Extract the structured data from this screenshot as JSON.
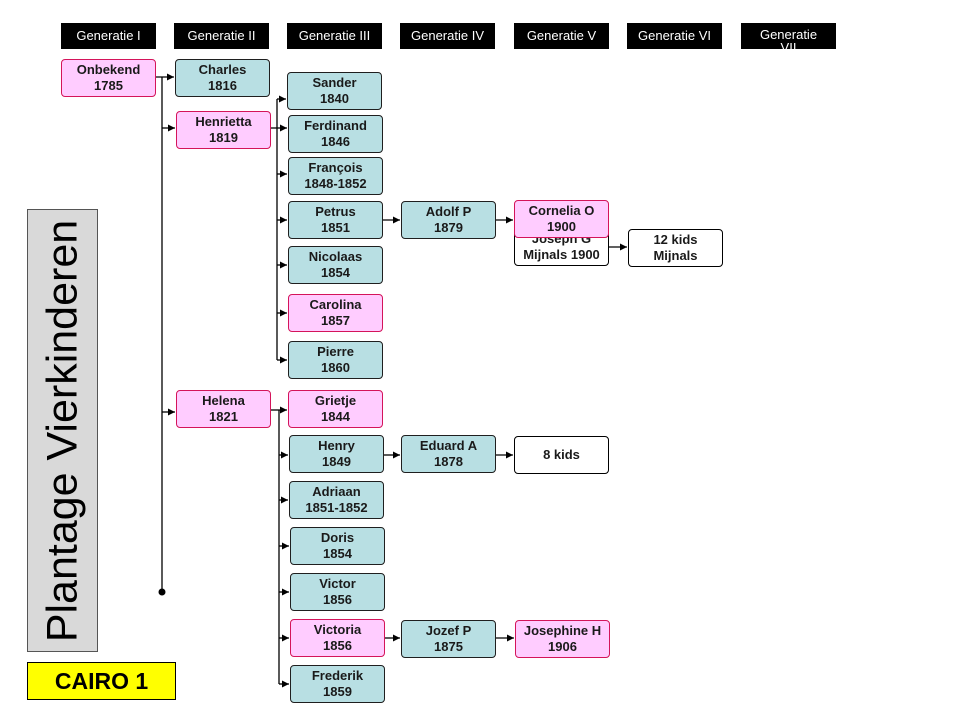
{
  "generations": [
    "Generatie I",
    "Generatie II",
    "Generatie III",
    "Generatie IV",
    "Generatie V",
    "Generatie VI",
    "Generatie VII"
  ],
  "side_label": "Plantage Vierkinderen",
  "badge_label": "CAIRO 1",
  "colors": {
    "pink_fill": "#ffccff",
    "pink_border": "#d4145a",
    "blue_fill": "#b8dfe3",
    "blue_border": "#1f1f1f",
    "white_fill": "#ffffff",
    "white_border": "#000000",
    "header_fill": "#000000",
    "header_text": "#ffffff",
    "side_fill": "#d9d9d9",
    "side_border": "#555555",
    "badge_fill": "#ffff00",
    "badge_border": "#000000",
    "line": "#000000"
  },
  "people": {
    "onbekend": {
      "name": "Onbekend",
      "detail": "1785"
    },
    "charles": {
      "name": "Charles",
      "detail": "1816"
    },
    "henrietta": {
      "name": "Henrietta",
      "detail": "1819"
    },
    "helena": {
      "name": "Helena",
      "detail": "1821"
    },
    "sander": {
      "name": "Sander",
      "detail": "1840"
    },
    "ferdinand": {
      "name": "Ferdinand",
      "detail": "1846"
    },
    "francois": {
      "name": "François",
      "detail": "1848-1852"
    },
    "petrus": {
      "name": "Petrus",
      "detail": "1851"
    },
    "nicolaas": {
      "name": "Nicolaas",
      "detail": "1854"
    },
    "carolina": {
      "name": "Carolina",
      "detail": "1857"
    },
    "pierre": {
      "name": "Pierre",
      "detail": "1860"
    },
    "grietje": {
      "name": "Grietje",
      "detail": "1844"
    },
    "henry": {
      "name": "Henry",
      "detail": "1849"
    },
    "adriaan": {
      "name": "Adriaan",
      "detail": "1851-1852"
    },
    "doris": {
      "name": "Doris",
      "detail": "1854"
    },
    "victor": {
      "name": "Victor",
      "detail": "1856"
    },
    "victoria": {
      "name": "Victoria",
      "detail": "1856"
    },
    "frederik": {
      "name": "Frederik",
      "detail": "1859"
    },
    "adolf": {
      "name": "Adolf P",
      "detail": "1879"
    },
    "eduard": {
      "name": "Eduard A",
      "detail": "1878"
    },
    "jozef": {
      "name": "Jozef P",
      "detail": "1875"
    },
    "cornelia": {
      "name": "Cornelia O",
      "detail": "1900"
    },
    "joseph": {
      "name": "Joseph G",
      "detail": "Mijnals 1900"
    },
    "twelve_kids": {
      "name": "12 kids",
      "detail": "Mijnals"
    },
    "eight_kids": {
      "name": "8 kids"
    },
    "josephine": {
      "name": "Josephine H",
      "detail": "1906"
    }
  }
}
